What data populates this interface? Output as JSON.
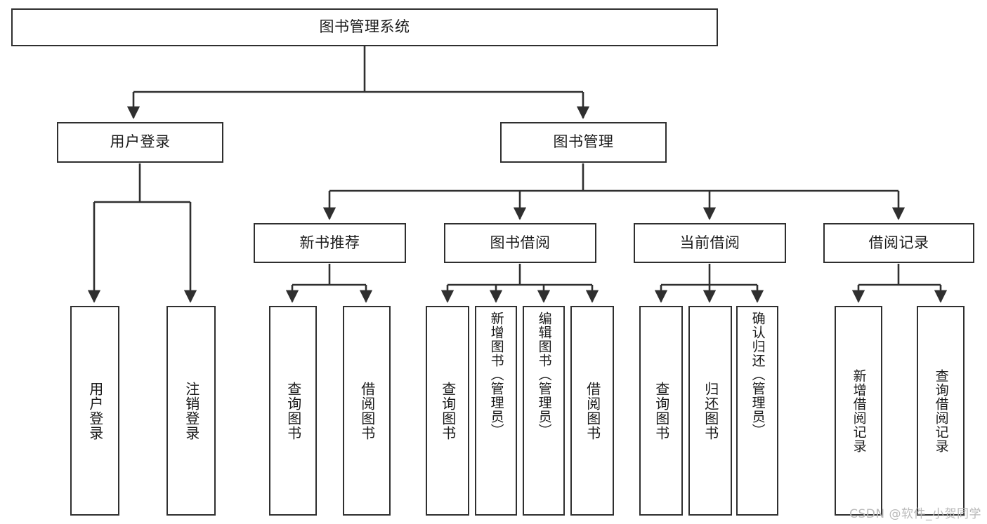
{
  "diagram": {
    "title": "图书管理系统",
    "watermark": "CSDN @软件_小贺同学",
    "colors": {
      "background": "#ffffff",
      "stroke": "#2f2f2f",
      "node_fill": "#ffffff",
      "text": "#1a1a1a",
      "watermark": "#b9b9b9"
    },
    "nodes": {
      "root": {
        "label": "图书管理系统"
      },
      "level1": [
        {
          "id": "user-login",
          "label": "用户登录"
        },
        {
          "id": "book-manage",
          "label": "图书管理"
        }
      ],
      "level2": [
        {
          "id": "new-book-recommend",
          "label": "新书推荐"
        },
        {
          "id": "book-borrow",
          "label": "图书借阅"
        },
        {
          "id": "current-borrow",
          "label": "当前借阅"
        },
        {
          "id": "borrow-record",
          "label": "借阅记录"
        }
      ],
      "leaves": [
        {
          "id": "leaf-user-login",
          "label": "用户登录",
          "parent": "user-login"
        },
        {
          "id": "leaf-logout",
          "label": "注销登录",
          "parent": "user-login"
        },
        {
          "id": "leaf-query-book-1",
          "label": "查询图书",
          "parent": "new-book-recommend"
        },
        {
          "id": "leaf-borrow-book-1",
          "label": "借阅图书",
          "parent": "new-book-recommend"
        },
        {
          "id": "leaf-query-book-2",
          "label": "查询图书",
          "parent": "book-borrow"
        },
        {
          "id": "leaf-add-book",
          "label": "新增图书（管理员）",
          "parent": "book-borrow"
        },
        {
          "id": "leaf-edit-book",
          "label": "编辑图书（管理员）",
          "parent": "book-borrow"
        },
        {
          "id": "leaf-borrow-book-2",
          "label": "借阅图书",
          "parent": "book-borrow"
        },
        {
          "id": "leaf-query-book-3",
          "label": "查询图书",
          "parent": "current-borrow"
        },
        {
          "id": "leaf-return-book",
          "label": "归还图书",
          "parent": "current-borrow"
        },
        {
          "id": "leaf-confirm-return",
          "label": "确认归还（管理员）",
          "parent": "current-borrow"
        },
        {
          "id": "leaf-add-record",
          "label": "新增借阅记录",
          "parent": "borrow-record"
        },
        {
          "id": "leaf-query-record",
          "label": "查询借阅记录",
          "parent": "borrow-record"
        }
      ]
    }
  }
}
